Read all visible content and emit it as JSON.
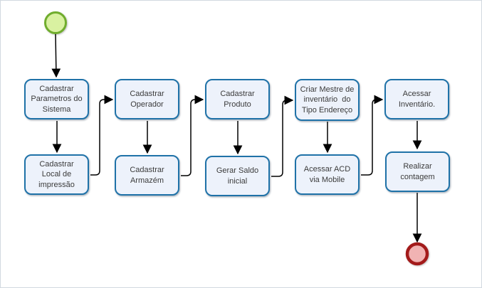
{
  "flowchart": {
    "start": {
      "name": "start-event",
      "fill": "#d9f1a1",
      "stroke": "#70ad2d"
    },
    "end": {
      "name": "end-event",
      "fill": "#f1b3b3",
      "stroke": "#a31b1b"
    },
    "steps": [
      {
        "label": "Cadastrar\nParametros do\nSistema"
      },
      {
        "label": "Cadastrar\nLocal de\nimpressão"
      },
      {
        "label": "Cadastrar\nOperador"
      },
      {
        "label": "Cadastrar\nArmazém"
      },
      {
        "label": "Cadastrar\nProduto"
      },
      {
        "label": "Gerar Saldo\ninicial"
      },
      {
        "label": "Criar Mestre de\ninventário  do\nTipo Endereço"
      },
      {
        "label": "Acessar ACD\nvia Mobile"
      },
      {
        "label": "Acessar\nInventário."
      },
      {
        "label": "Realizar\ncontagem"
      }
    ],
    "flow_order": [
      "start",
      "Cadastrar Parametros do Sistema",
      "Cadastrar Local de impressão",
      "Cadastrar Operador",
      "Cadastrar Armazém",
      "Cadastrar Produto",
      "Gerar Saldo inicial",
      "Criar Mestre de inventário do Tipo Endereço",
      "Acessar ACD via Mobile",
      "Acessar Inventário.",
      "Realizar contagem",
      "end"
    ],
    "colors": {
      "node_fill": "#edf2fb",
      "node_border": "#1f72a8",
      "connector": "#000000",
      "canvas_border": "#d2d9e0"
    }
  }
}
